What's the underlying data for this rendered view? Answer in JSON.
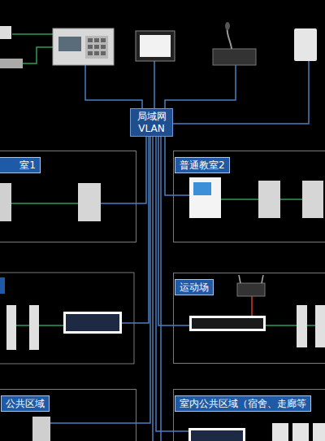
{
  "diagram": {
    "nodes": [
      {
        "text": [
          "局域网 VLAN"
        ]
      },
      {
        "text": [
          "室1"
        ]
      },
      {
        "text": [
          "普通教室2"
        ]
      },
      {
        "text": [
          "运动场"
        ]
      },
      {
        "text": [
          "公共区域"
        ]
      },
      {
        "text": [
          "室内公共区域（宿舍、走廊等"
        ]
      }
    ],
    "edges": [
      {
        "from": 0,
        "to": 1,
        "arrow": "none"
      },
      {
        "from": 0,
        "to": 2,
        "arrow": "none"
      },
      {
        "from": 0,
        "to": 3,
        "arrow": "none"
      },
      {
        "from": 0,
        "to": 4,
        "arrow": "none"
      },
      {
        "from": 0,
        "to": 5,
        "arrow": "none"
      }
    ]
  }
}
